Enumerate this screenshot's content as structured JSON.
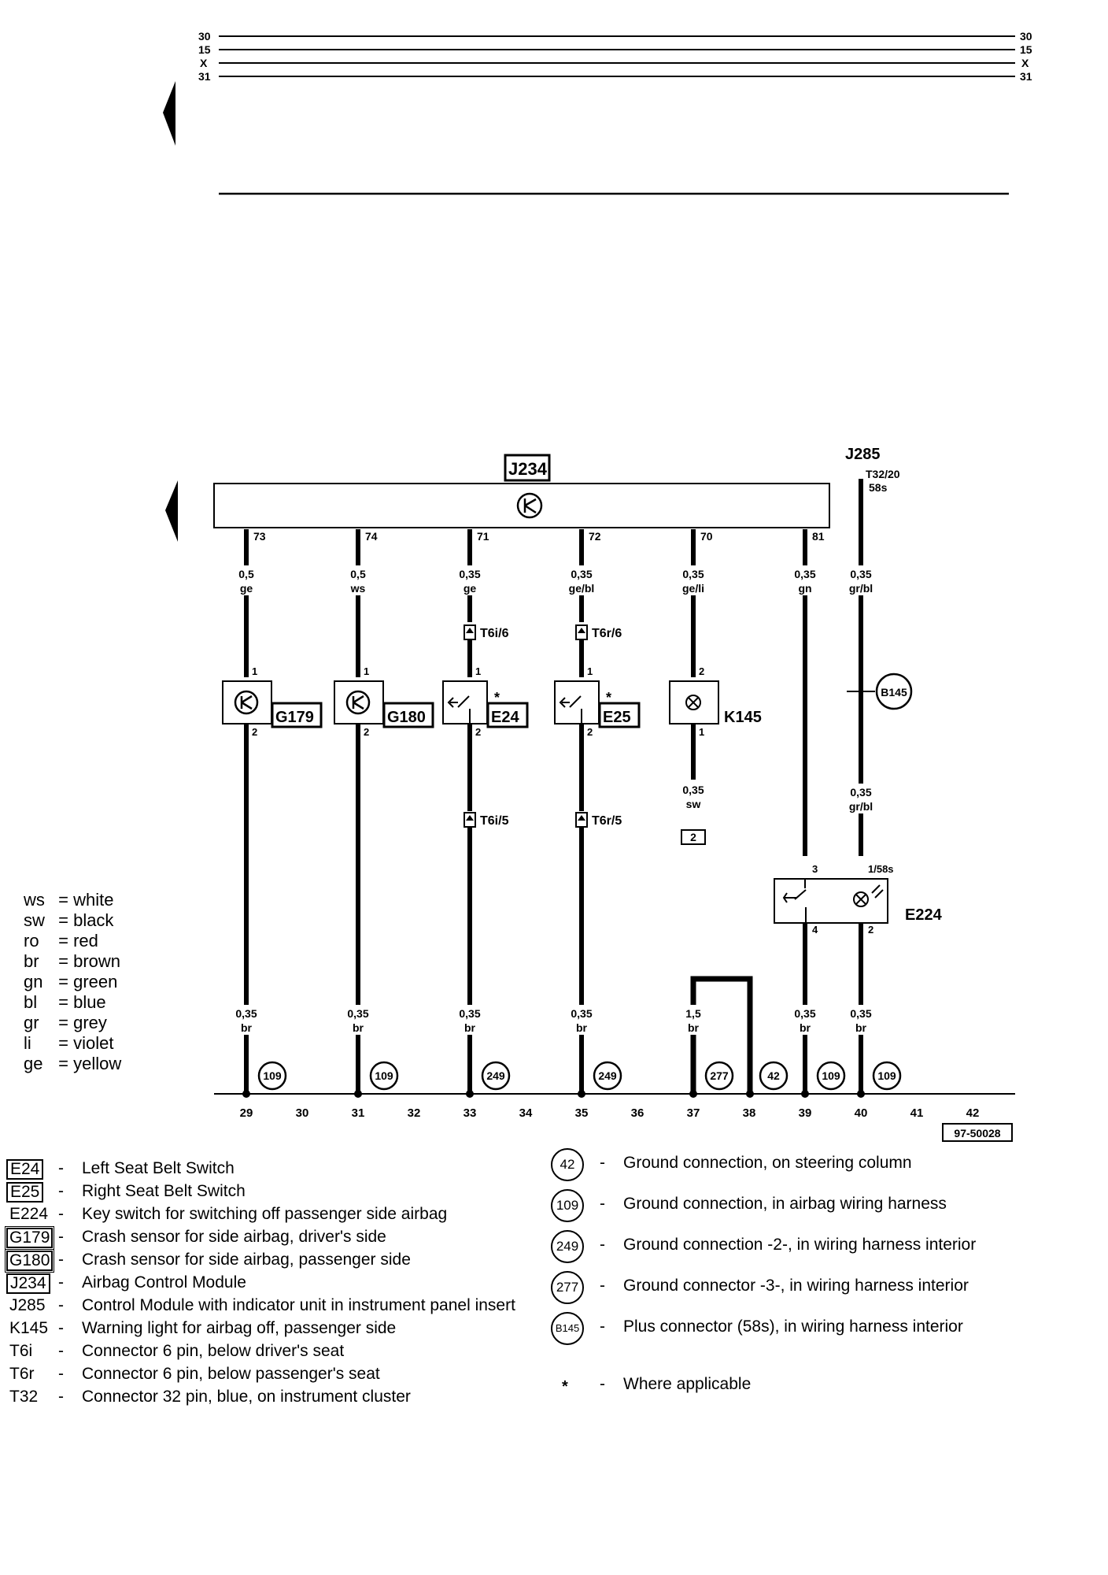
{
  "rails": {
    "left_labels": [
      "30",
      "15",
      "X",
      "31"
    ],
    "right_labels": [
      "30",
      "15",
      "X",
      "31"
    ]
  },
  "modules": {
    "j234_label": "J234",
    "j285_label": "J285",
    "j285_connector_top": "T32/20",
    "j285_connector_bottom": "58s"
  },
  "pins_top": [
    "73",
    "74",
    "71",
    "72",
    "70",
    "81"
  ],
  "wires_top": [
    {
      "gauge": "0,5",
      "color": "ge"
    },
    {
      "gauge": "0,5",
      "color": "ws"
    },
    {
      "gauge": "0,35",
      "color": "ge"
    },
    {
      "gauge": "0,35",
      "color": "ge/bl"
    },
    {
      "gauge": "0,35",
      "color": "ge/li"
    },
    {
      "gauge": "0,35",
      "color": "gn"
    },
    {
      "gauge": "0,35",
      "color": "gr/bl"
    }
  ],
  "connectors": {
    "t6i6": "T6i/6",
    "t6r6": "T6r/6",
    "t6i5": "T6i/5",
    "t6r5": "T6r/5"
  },
  "components": {
    "g179": "G179",
    "g180": "G180",
    "e24": "E24",
    "e25": "E25",
    "k145": "K145",
    "e224": "E224",
    "b145": "B145",
    "asterisk": "*"
  },
  "pin_numbers": {
    "p1": "1",
    "p2": "2",
    "p3": "3",
    "p4": "4",
    "p158s": "1/58s"
  },
  "k145_wire": {
    "gauge": "0,35",
    "color": "sw",
    "terminal": "2"
  },
  "j285_mid_wire": {
    "gauge": "0,35",
    "color": "gr/bl"
  },
  "wires_bottom": [
    {
      "gauge": "0,35",
      "color": "br"
    },
    {
      "gauge": "0,35",
      "color": "br"
    },
    {
      "gauge": "0,35",
      "color": "br"
    },
    {
      "gauge": "0,35",
      "color": "br"
    },
    {
      "gauge": "1,5",
      "color": "br"
    },
    {
      "gauge": "0,35",
      "color": "br"
    },
    {
      "gauge": "0,35",
      "color": "br"
    }
  ],
  "grounds": [
    "109",
    "109",
    "249",
    "249",
    "277",
    "42",
    "109",
    "109"
  ],
  "columns": [
    "29",
    "30",
    "31",
    "32",
    "33",
    "34",
    "35",
    "36",
    "37",
    "38",
    "39",
    "40",
    "41",
    "42"
  ],
  "diagram_id": "97-50028",
  "color_key": [
    {
      "code": "ws",
      "name": "white"
    },
    {
      "code": "sw",
      "name": "black"
    },
    {
      "code": "ro",
      "name": "red"
    },
    {
      "code": "br",
      "name": "brown"
    },
    {
      "code": "gn",
      "name": "green"
    },
    {
      "code": "bl",
      "name": "blue"
    },
    {
      "code": "gr",
      "name": "grey"
    },
    {
      "code": "li",
      "name": "violet"
    },
    {
      "code": "ge",
      "name": "yellow"
    }
  ],
  "legend_left": [
    {
      "code": "E24",
      "desc": "Left Seat Belt Switch"
    },
    {
      "code": "E25",
      "desc": "Right Seat Belt Switch"
    },
    {
      "code": "E224",
      "desc": "Key switch for switching off passenger side airbag"
    },
    {
      "code": "G179",
      "desc": "Crash sensor for side airbag, driver's side"
    },
    {
      "code": "G180",
      "desc": "Crash sensor for side airbag, passenger side"
    },
    {
      "code": "J234",
      "desc": "Airbag Control Module"
    },
    {
      "code": "J285",
      "desc": "Control Module with indicator unit in instrument panel insert"
    },
    {
      "code": "K145",
      "desc": "Warning light for airbag off, passenger side"
    },
    {
      "code": "T6i",
      "desc": "Connector 6 pin, below driver's seat"
    },
    {
      "code": "T6r",
      "desc": "Connector 6 pin, below passenger's seat"
    },
    {
      "code": "T32",
      "desc": "Connector 32 pin, blue, on instrument cluster"
    }
  ],
  "legend_right": [
    {
      "code": "42",
      "desc": "Ground connection, on steering column"
    },
    {
      "code": "109",
      "desc": "Ground connection, in airbag wiring harness"
    },
    {
      "code": "249",
      "desc": "Ground connection -2-, in wiring harness interior"
    },
    {
      "code": "277",
      "desc": "Ground connector -3-, in wiring harness interior"
    },
    {
      "code": "B145",
      "desc": "Plus connector (58s), in wiring harness interior"
    },
    {
      "code": "*",
      "desc": "Where applicable"
    }
  ],
  "dash": "-"
}
